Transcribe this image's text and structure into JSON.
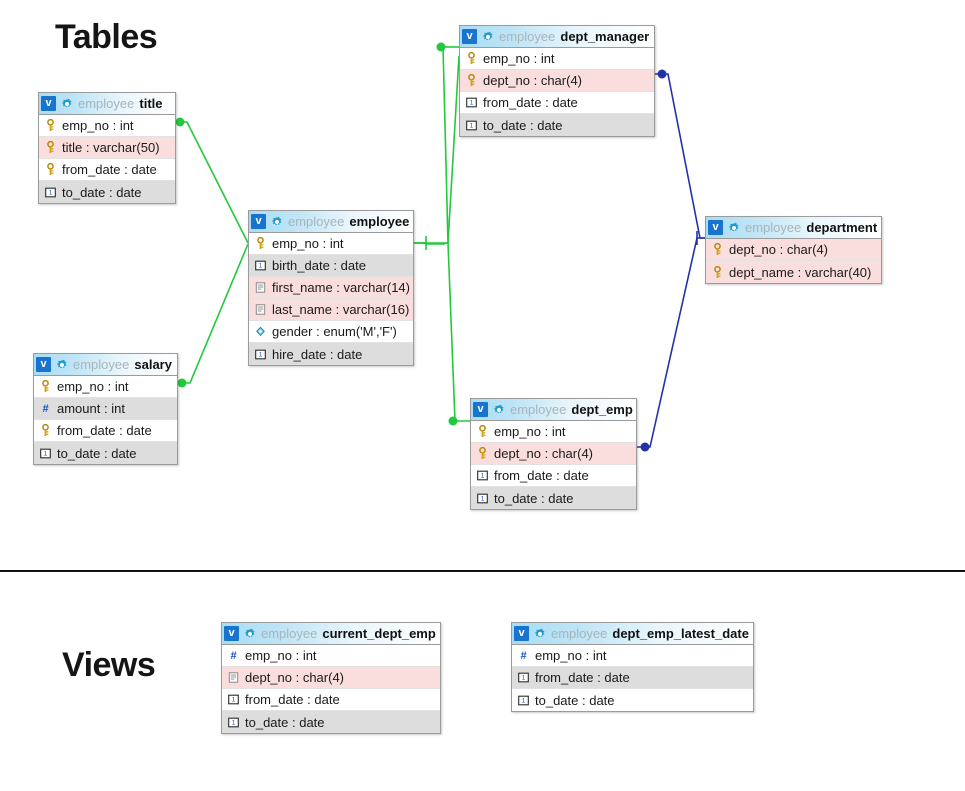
{
  "sections": {
    "tables_caption": "Tables",
    "views_caption": "Views"
  },
  "colors": {
    "header_gradient_start": "#a9ddf3",
    "header_gradient_end": "#ffffff",
    "badge_blue": "#1874cd",
    "schema_text": "#a8b4bc",
    "key_row_pink": "#fadedd",
    "alt_row_grey": "#dddddd",
    "relation_green": "#22c93c",
    "relation_blue": "#2233aa",
    "border_grey": "#9b9b9b"
  },
  "entities": {
    "title": {
      "badge": "v",
      "gear_icon": "gear-icon",
      "schema": "employee",
      "name": "title",
      "fields": [
        {
          "icon": "key-icon",
          "label": "emp_no : int",
          "style": "plain"
        },
        {
          "icon": "key-icon",
          "label": "title : varchar(50)",
          "style": "key"
        },
        {
          "icon": "key-icon",
          "label": "from_date : date",
          "style": "plain"
        },
        {
          "icon": "date-icon",
          "label": "to_date : date",
          "style": "alt"
        }
      ]
    },
    "salary": {
      "badge": "v",
      "gear_icon": "gear-icon",
      "schema": "employee",
      "name": "salary",
      "fields": [
        {
          "icon": "key-icon",
          "label": "emp_no : int",
          "style": "plain"
        },
        {
          "icon": "numeric-icon",
          "label": "amount : int",
          "style": "alt"
        },
        {
          "icon": "key-icon",
          "label": "from_date : date",
          "style": "plain"
        },
        {
          "icon": "date-icon",
          "label": "to_date : date",
          "style": "alt"
        }
      ]
    },
    "employee": {
      "badge": "v",
      "gear_icon": "gear-icon",
      "schema": "employee",
      "name": "employee",
      "fields": [
        {
          "icon": "key-icon",
          "label": "emp_no : int",
          "style": "plain"
        },
        {
          "icon": "date-icon",
          "label": "birth_date : date",
          "style": "alt"
        },
        {
          "icon": "text-icon",
          "label": "first_name : varchar(14)",
          "style": "key"
        },
        {
          "icon": "text-icon",
          "label": "last_name : varchar(16)",
          "style": "key"
        },
        {
          "icon": "enum-icon",
          "label": "gender : enum('M','F')",
          "style": "plain"
        },
        {
          "icon": "date-icon",
          "label": "hire_date : date",
          "style": "alt"
        }
      ]
    },
    "dept_manager": {
      "badge": "v",
      "gear_icon": "gear-icon",
      "schema": "employee",
      "name": "dept_manager",
      "fields": [
        {
          "icon": "key-icon",
          "label": "emp_no : int",
          "style": "plain"
        },
        {
          "icon": "key-icon",
          "label": "dept_no : char(4)",
          "style": "key"
        },
        {
          "icon": "date-icon",
          "label": "from_date : date",
          "style": "plain"
        },
        {
          "icon": "date-icon",
          "label": "to_date : date",
          "style": "alt"
        }
      ]
    },
    "dept_emp": {
      "badge": "v",
      "gear_icon": "gear-icon",
      "schema": "employee",
      "name": "dept_emp",
      "fields": [
        {
          "icon": "key-icon",
          "label": "emp_no : int",
          "style": "plain"
        },
        {
          "icon": "key-icon",
          "label": "dept_no : char(4)",
          "style": "key"
        },
        {
          "icon": "date-icon",
          "label": "from_date : date",
          "style": "plain"
        },
        {
          "icon": "date-icon",
          "label": "to_date : date",
          "style": "alt"
        }
      ]
    },
    "department": {
      "badge": "v",
      "gear_icon": "gear-icon",
      "schema": "employee",
      "name": "department",
      "fields": [
        {
          "icon": "key-icon",
          "label": "dept_no : char(4)",
          "style": "key"
        },
        {
          "icon": "key-icon",
          "label": "dept_name : varchar(40)",
          "style": "key"
        }
      ]
    },
    "current_dept_emp": {
      "badge": "v",
      "gear_icon": "gear-icon",
      "schema": "employee",
      "name": "current_dept_emp",
      "fields": [
        {
          "icon": "numeric-icon",
          "label": "emp_no : int",
          "style": "plain"
        },
        {
          "icon": "text-icon",
          "label": "dept_no : char(4)",
          "style": "key"
        },
        {
          "icon": "date-icon",
          "label": "from_date : date",
          "style": "plain"
        },
        {
          "icon": "date-icon",
          "label": "to_date : date",
          "style": "alt"
        }
      ]
    },
    "dept_emp_latest_date": {
      "badge": "v",
      "gear_icon": "gear-icon",
      "schema": "employee",
      "name": "dept_emp_latest_date",
      "fields": [
        {
          "icon": "numeric-icon",
          "label": "emp_no : int",
          "style": "plain"
        },
        {
          "icon": "date-icon",
          "label": "from_date : date",
          "style": "alt"
        },
        {
          "icon": "date-icon",
          "label": "to_date : date",
          "style": "plain"
        }
      ]
    }
  },
  "relationships": [
    {
      "name": "title-to-employee",
      "from": "title",
      "to": "employee",
      "color": "#22c93c"
    },
    {
      "name": "salary-to-employee",
      "from": "salary",
      "to": "employee",
      "color": "#22c93c"
    },
    {
      "name": "employee-to-dept-manager",
      "from": "employee",
      "to": "dept_manager",
      "color": "#22c93c"
    },
    {
      "name": "employee-to-dept-emp",
      "from": "employee",
      "to": "dept_emp",
      "color": "#22c93c"
    },
    {
      "name": "dept-manager-to-department",
      "from": "dept_manager",
      "to": "department",
      "color": "#2233aa"
    },
    {
      "name": "dept-emp-to-department",
      "from": "dept_emp",
      "to": "department",
      "color": "#2233aa"
    }
  ]
}
